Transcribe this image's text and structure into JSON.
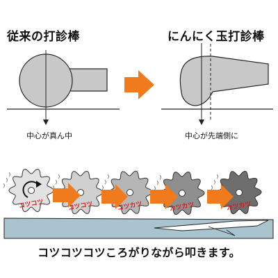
{
  "diagram": {
    "left_title": "従来の打診棒",
    "right_title": "にんにく玉打診棒",
    "left_caption": "中心が真ん中",
    "right_caption": "中心が先端側に",
    "bottom_caption": "コツコツコツころがりながら叩きます。",
    "wheel_labels": [
      "コツコツ",
      "コツコツ",
      "コツカツ",
      "カツカツ",
      "カツカツ"
    ]
  },
  "colors": {
    "rod_fill": "#c8c8c8",
    "arrow_orange": "#f07a1e",
    "floor_fill": "#a9c3cf",
    "wheel_label_red": "#d81a1a"
  }
}
